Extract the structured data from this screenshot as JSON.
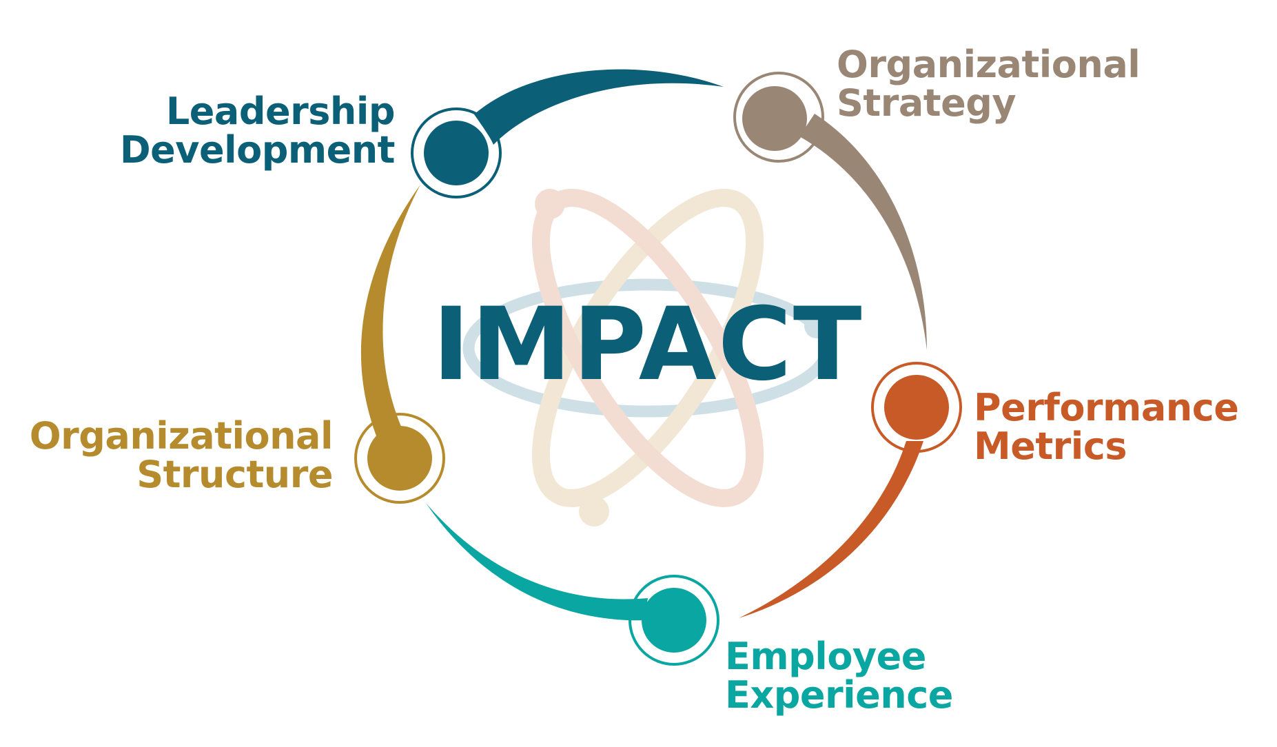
{
  "center": {
    "title": "IMPACT",
    "color": "#0b5f77"
  },
  "nodes": [
    {
      "id": "leadership",
      "lines": [
        "Leadership",
        "Development"
      ],
      "color": "#0b5f77"
    },
    {
      "id": "org_strategy",
      "lines": [
        "Organizational",
        "Strategy"
      ],
      "color": "#9a8675"
    },
    {
      "id": "performance",
      "lines": [
        "Performance",
        "Metrics"
      ],
      "color": "#c85a28"
    },
    {
      "id": "employee",
      "lines": [
        "Employee",
        "Experience"
      ],
      "color": "#0aa6a1"
    },
    {
      "id": "org_structure",
      "lines": [
        "Organizational",
        "Structure"
      ],
      "color": "#b68b2e"
    }
  ],
  "atom_colors": {
    "horizontal_orbit": "#cfdfe6",
    "diagonal_orbit_a": "#f1e7d4",
    "diagonal_orbit_b": "#f3ddd3"
  }
}
